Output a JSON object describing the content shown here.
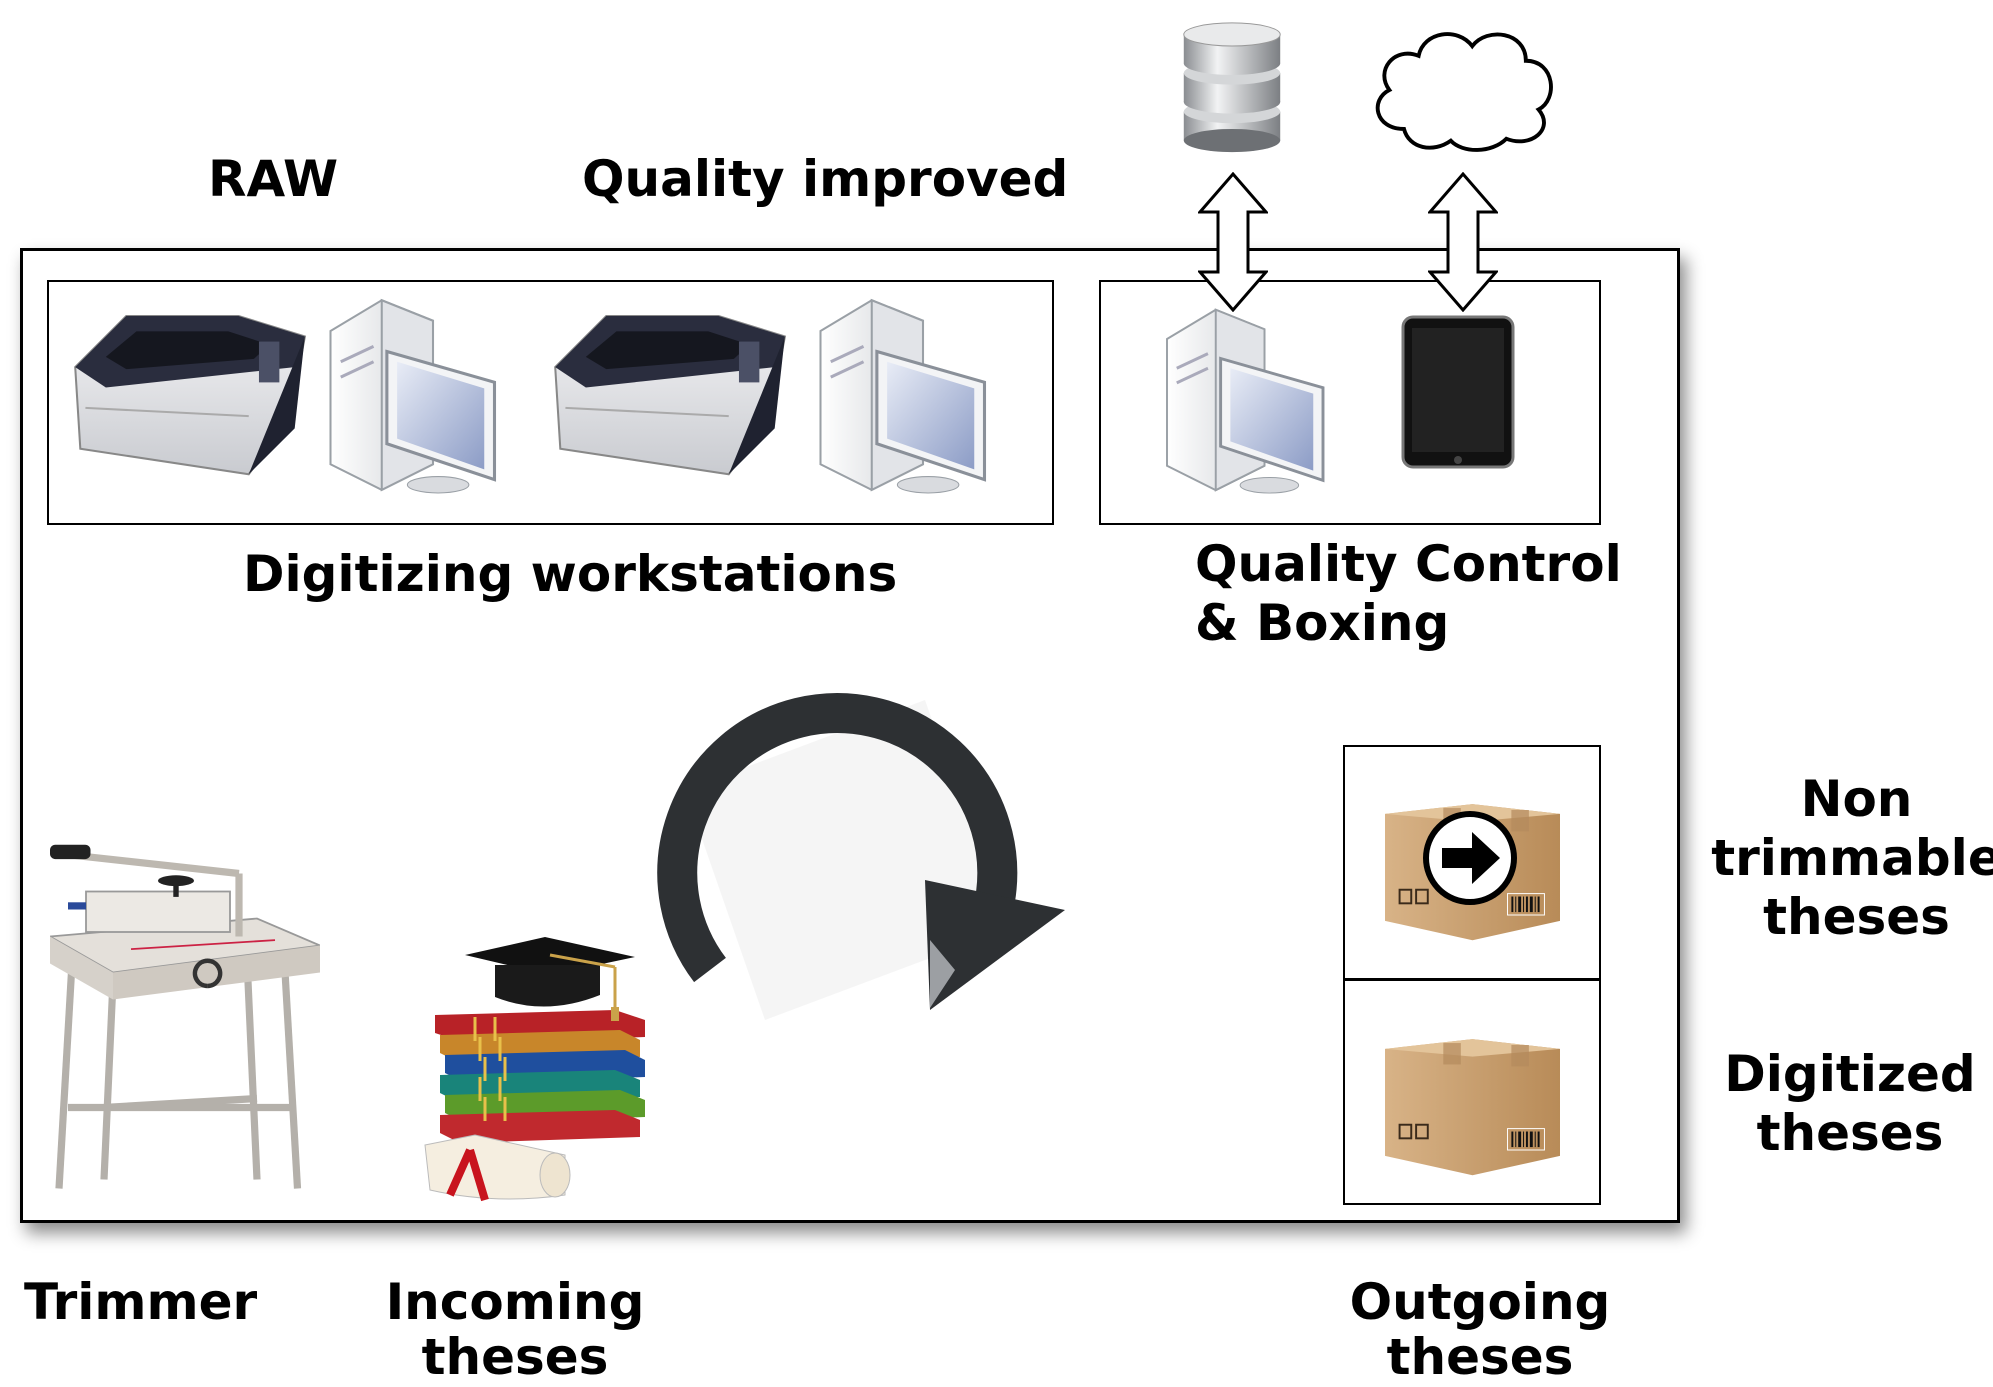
{
  "labels": {
    "raw": "RAW",
    "quality_improved": "Quality improved",
    "digitizing_workstations": "Digitizing workstations",
    "quality_control_line1": "Quality Control",
    "quality_control_line2": "& Boxing",
    "non_trimmable_line1": "Non",
    "non_trimmable_line2": "trimmable",
    "non_trimmable_line3": "theses",
    "digitized_line1": "Digitized",
    "digitized_line2": "theses",
    "trimmer": "Trimmer",
    "incoming_line1": "Incoming",
    "incoming_line2": "theses",
    "outgoing_line1": "Outgoing",
    "outgoing_line2": "theses"
  },
  "icons": {
    "database": "database-icon",
    "cloud": "cloud-icon",
    "scanner": "scanner-icon",
    "computer": "computer-icon",
    "tablet": "tablet-icon",
    "cycle": "cycle-arrow-icon",
    "trimmer": "paper-trimmer-icon",
    "books": "books-graduation-cap-icon",
    "box": "cardboard-box-icon",
    "arrow_badge": "arrow-right-icon",
    "double_arrow": "double-arrow-icon"
  },
  "colors": {
    "frame": "#000000",
    "cycle_arrow": "#2d3033",
    "box": "#c9a274",
    "scanner_dark": "#1f2230"
  }
}
